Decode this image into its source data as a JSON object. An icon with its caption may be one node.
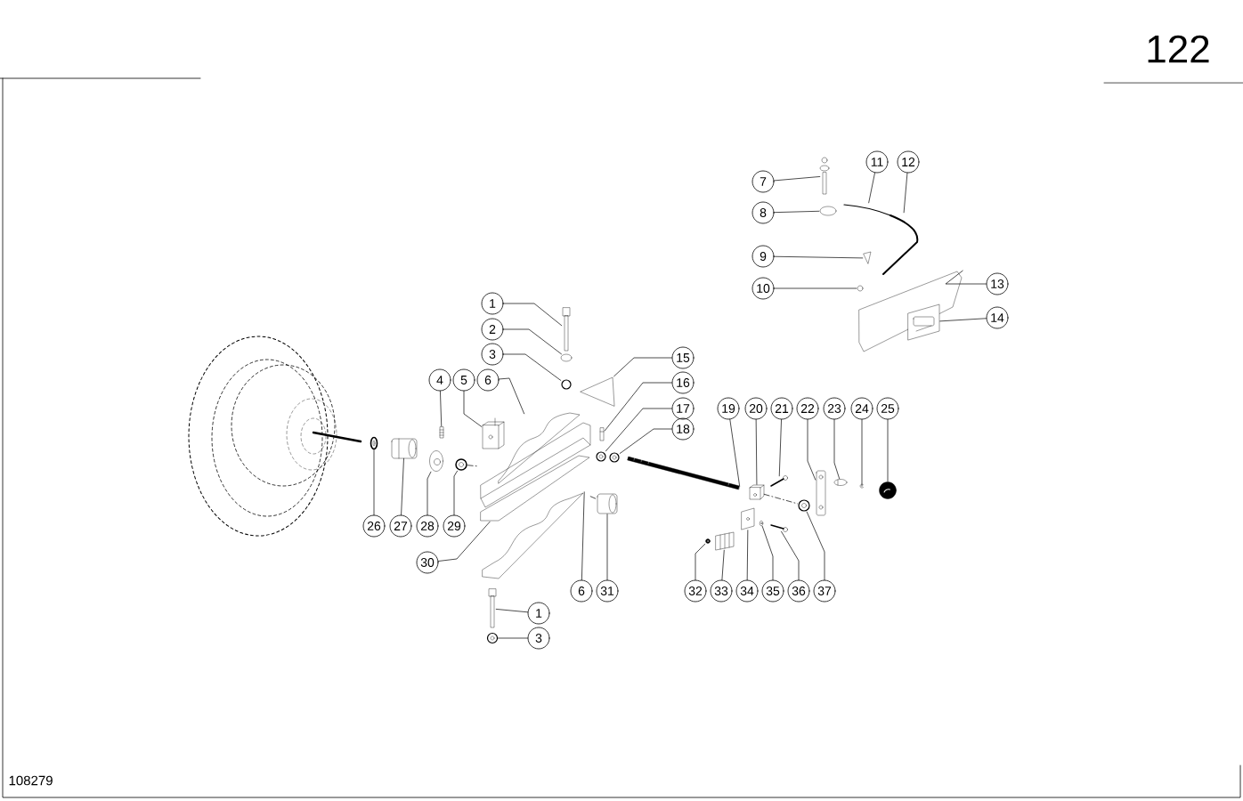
{
  "diagram": {
    "nodes": [
      {
        "text": [
          "1"
        ]
      },
      {
        "text": [
          "2"
        ]
      },
      {
        "text": [
          "3"
        ]
      },
      {
        "text": [
          "4"
        ]
      },
      {
        "text": [
          "5"
        ]
      },
      {
        "text": [
          "6"
        ]
      },
      {
        "text": [
          "7"
        ]
      },
      {
        "text": [
          "8"
        ]
      },
      {
        "text": [
          "9"
        ]
      },
      {
        "text": [
          "10"
        ]
      },
      {
        "text": [
          "11"
        ]
      },
      {
        "text": [
          "12"
        ]
      },
      {
        "text": [
          "13"
        ]
      },
      {
        "text": [
          "14"
        ]
      },
      {
        "text": [
          "15"
        ]
      },
      {
        "text": [
          "16"
        ]
      },
      {
        "text": [
          "17"
        ]
      },
      {
        "text": [
          "18"
        ]
      },
      {
        "text": [
          "19"
        ]
      },
      {
        "text": [
          "20"
        ]
      },
      {
        "text": [
          "21"
        ]
      },
      {
        "text": [
          "22"
        ]
      },
      {
        "text": [
          "23"
        ]
      },
      {
        "text": [
          "24"
        ]
      },
      {
        "text": [
          "25"
        ]
      },
      {
        "text": [
          "26"
        ]
      },
      {
        "text": [
          "27"
        ]
      },
      {
        "text": [
          "28"
        ]
      },
      {
        "text": [
          "29"
        ]
      },
      {
        "text": [
          "30"
        ]
      },
      {
        "text": [
          "6"
        ]
      },
      {
        "text": [
          "31"
        ]
      },
      {
        "text": [
          "32"
        ]
      },
      {
        "text": [
          "33"
        ]
      },
      {
        "text": [
          "34"
        ]
      },
      {
        "text": [
          "35"
        ]
      },
      {
        "text": [
          "36"
        ]
      },
      {
        "text": [
          "37"
        ]
      },
      {
        "text": [
          "1"
        ]
      },
      {
        "text": [
          "3"
        ]
      },
      {
        "text": [],
        "shape": "picture"
      },
      {
        "text": [],
        "shape": "picture"
      },
      {
        "text": [],
        "shape": "picture"
      },
      {
        "text": [],
        "shape": "picture"
      },
      {
        "text": [],
        "shape": "picture"
      },
      {
        "text": [],
        "shape": "picture"
      },
      {
        "text": [],
        "shape": "picture"
      },
      {
        "text": [],
        "shape": "picture"
      },
      {
        "text": [],
        "shape": "picture"
      },
      {
        "text": [],
        "shape": "picture"
      },
      {
        "text": [],
        "shape": "picture"
      },
      {
        "text": [],
        "shape": "picture"
      },
      {
        "text": [],
        "shape": "picture"
      },
      {
        "text": [],
        "shape": "picture"
      },
      {
        "text": [],
        "shape": "picture"
      },
      {
        "text": [],
        "shape": "picture"
      },
      {
        "text": [],
        "shape": "picture"
      },
      {
        "text": [],
        "shape": "picture"
      },
      {
        "text": [],
        "shape": "picture"
      },
      {
        "text": [],
        "shape": "picture"
      },
      {
        "text": [],
        "shape": "picture"
      },
      {
        "text": [],
        "shape": "picture"
      },
      {
        "text": [],
        "shape": "picture"
      },
      {
        "text": [],
        "shape": "picture"
      },
      {
        "text": [],
        "shape": "picture"
      },
      {
        "text": [],
        "shape": "picture"
      },
      {
        "text": [],
        "shape": "picture"
      },
      {
        "text": [],
        "shape": "picture"
      },
      {
        "text": [],
        "shape": "picture"
      },
      {
        "text": [],
        "shape": "picture"
      },
      {
        "text": [],
        "shape": "picture"
      },
      {
        "text": [],
        "shape": "picture"
      },
      {
        "text": [],
        "shape": "picture"
      },
      {
        "text": [],
        "shape": "picture"
      },
      {
        "text": [],
        "shape": "picture"
      },
      {
        "text": [],
        "shape": "picture"
      },
      {
        "text": [],
        "shape": "picture"
      },
      {
        "text": [],
        "shape": "picture"
      },
      {
        "text": [],
        "shape": "picture"
      },
      {
        "text": [],
        "shape": "picture"
      }
    ],
    "edges": [
      {
        "from": 0,
        "to": 40,
        "arrow": "none"
      },
      {
        "from": 1,
        "to": 41,
        "arrow": "none"
      },
      {
        "from": 2,
        "to": 42,
        "arrow": "none"
      },
      {
        "from": 3,
        "to": 43,
        "arrow": "none"
      },
      {
        "from": 4,
        "to": 44,
        "arrow": "none"
      },
      {
        "from": 5,
        "to": 45,
        "arrow": "none"
      },
      {
        "from": 6,
        "to": 46,
        "arrow": "none"
      },
      {
        "from": 7,
        "to": 47,
        "arrow": "none"
      },
      {
        "from": 8,
        "to": 48,
        "arrow": "none"
      },
      {
        "from": 9,
        "to": 49,
        "arrow": "none"
      },
      {
        "from": 10,
        "to": 50,
        "arrow": "none"
      },
      {
        "from": 11,
        "to": 51,
        "arrow": "none"
      },
      {
        "from": 12,
        "to": 52,
        "arrow": "none"
      },
      {
        "from": 13,
        "to": 53,
        "arrow": "none"
      },
      {
        "from": 14,
        "to": 54,
        "arrow": "none"
      },
      {
        "from": 15,
        "to": 55,
        "arrow": "none"
      },
      {
        "from": 16,
        "to": 56,
        "arrow": "none"
      },
      {
        "from": 17,
        "to": 57,
        "arrow": "none"
      },
      {
        "from": 18,
        "to": 58,
        "arrow": "none"
      },
      {
        "from": 19,
        "to": 59,
        "arrow": "none"
      },
      {
        "from": 20,
        "to": 60,
        "arrow": "none"
      },
      {
        "from": 21,
        "to": 61,
        "arrow": "none"
      },
      {
        "from": 22,
        "to": 62,
        "arrow": "none"
      },
      {
        "from": 23,
        "to": 63,
        "arrow": "none"
      },
      {
        "from": 24,
        "to": 64,
        "arrow": "none"
      },
      {
        "from": 25,
        "to": 65,
        "arrow": "none"
      },
      {
        "from": 26,
        "to": 66,
        "arrow": "none"
      },
      {
        "from": 27,
        "to": 67,
        "arrow": "none"
      },
      {
        "from": 28,
        "to": 68,
        "arrow": "none"
      },
      {
        "from": 29,
        "to": 69,
        "arrow": "none"
      },
      {
        "from": 30,
        "to": 70,
        "arrow": "none"
      },
      {
        "from": 31,
        "to": 71,
        "arrow": "none"
      },
      {
        "from": 32,
        "to": 72,
        "arrow": "none"
      },
      {
        "from": 33,
        "to": 73,
        "arrow": "none"
      },
      {
        "from": 34,
        "to": 74,
        "arrow": "none"
      },
      {
        "from": 35,
        "to": 75,
        "arrow": "none"
      },
      {
        "from": 36,
        "to": 76,
        "arrow": "none"
      },
      {
        "from": 37,
        "to": 77,
        "arrow": "none"
      },
      {
        "from": 38,
        "to": 78,
        "arrow": "none"
      },
      {
        "from": 39,
        "to": 79,
        "arrow": "none"
      },
      {
        "from": 68,
        "to": 69,
        "arrow": "none",
        "style": "dashed"
      },
      {
        "from": 69,
        "to": 71,
        "arrow": "none",
        "style": "dashed"
      },
      {
        "from": 59,
        "to": 77,
        "arrow": "none",
        "style": "dashed"
      }
    ],
    "labels": [
      "122",
      "108279"
    ]
  }
}
